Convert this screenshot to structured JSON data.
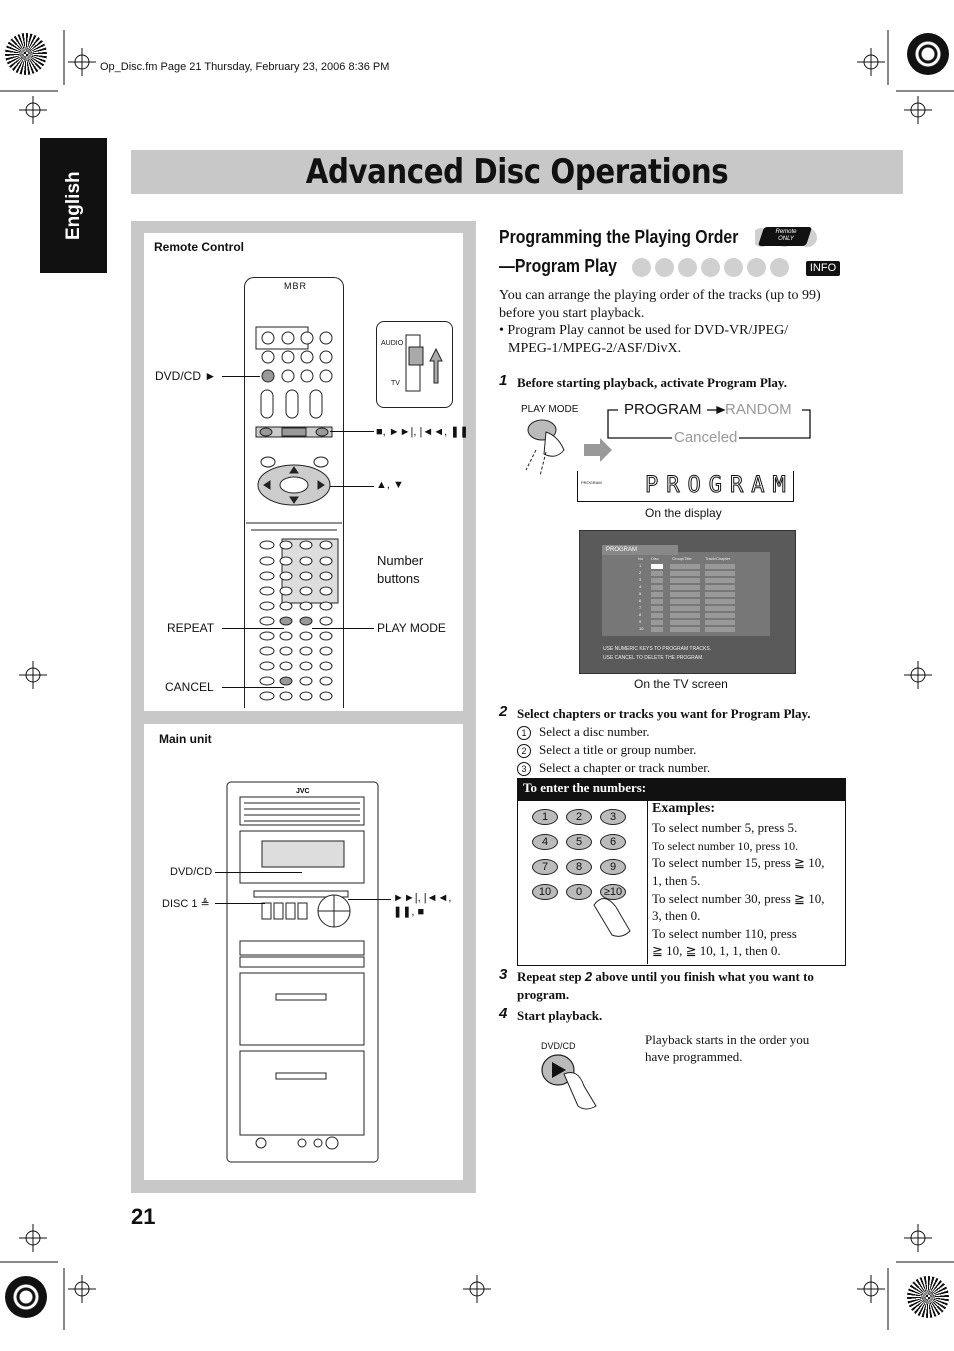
{
  "header": {
    "file_info": "Op_Disc.fm  Page 21  Thursday, February 23, 2006  8:36 PM"
  },
  "side_tab": {
    "label": "English"
  },
  "page": {
    "title": "Advanced Disc Operations",
    "number": "21"
  },
  "left": {
    "remote": {
      "heading": "Remote Control",
      "brand": "MBR",
      "slider_top": "AUDIO",
      "slider_bottom": "TV",
      "labels": {
        "dvdcd": "DVD/CD ►",
        "transport": "■, ►►|, |◄◄, ❚❚",
        "updown": "▲, ▼",
        "number_line1": "Number",
        "number_line2": "buttons",
        "repeat": "REPEAT",
        "playmode": "PLAY MODE",
        "cancel": "CANCEL"
      }
    },
    "main_unit": {
      "heading": "Main unit",
      "brand": "JVC",
      "labels": {
        "dvdcd": "DVD/CD",
        "disc1": "DISC 1 ≜",
        "transport_line1": "►►|, |◄◄,",
        "transport_line2": "❚❚, ■"
      }
    }
  },
  "right": {
    "section_title_line1": "Programming the Playing Order",
    "section_title_line2": "—Program Play",
    "remote_only_badge": "Remote ONLY",
    "info_badge": "INFO",
    "intro_line1": "You can arrange the playing order of the tracks (up to 99)",
    "intro_line2": "before you start playback.",
    "bullet_line1": "• Program Play cannot be used for DVD-VR/JPEG/",
    "bullet_line2": "MPEG-1/MPEG-2/ASF/DivX.",
    "step1": {
      "number": "1",
      "text": "Before starting playback, activate Program Play."
    },
    "mode_diagram": {
      "button_label": "PLAY MODE",
      "program": "PROGRAM",
      "random": "RANDOM",
      "canceled": "Canceled",
      "display_small": "PROGRAM",
      "display_text": "PROGRAM",
      "display_caption": "On the display"
    },
    "tv_screen": {
      "tab": "PROGRAM",
      "col_no": "No",
      "col_disc": "Disc",
      "col_group": "Group/Title",
      "col_track": "Track/Chapter",
      "rows": [
        "1",
        "2",
        "3",
        "4",
        "5",
        "6",
        "7",
        "8",
        "9",
        "10"
      ],
      "hint1": "USE NUMERIC KEYS TO PROGRAM TRACKS.",
      "hint2": "USE CANCEL TO DELETE THE PROGRAM.",
      "caption": "On the TV screen"
    },
    "step2": {
      "number": "2",
      "text": "Select chapters or tracks you want for Program Play.",
      "items": [
        {
          "mark": "1",
          "text": "Select a disc number."
        },
        {
          "mark": "2",
          "text": "Select a title or group number."
        },
        {
          "mark": "3",
          "text": "Select a chapter or track number."
        }
      ]
    },
    "numbers_box": {
      "header": "To enter the numbers:",
      "keys": [
        "1",
        "2",
        "3",
        "4",
        "5",
        "6",
        "7",
        "8",
        "9",
        "10",
        "0",
        "≥10"
      ],
      "examples_heading": "Examples:",
      "lines": [
        "To select number 5, press 5.",
        "To select number 10, press 10.",
        "To select number 15, press ≧ 10,",
        "1, then 5.",
        "To select number 30, press ≧ 10,",
        "3, then 0.",
        "To select number 110, press",
        "≧ 10, ≧ 10, 1, 1, then 0."
      ]
    },
    "step3": {
      "number": "3",
      "text_a": "Repeat step ",
      "step_ref": "2",
      "text_b": " above until you finish what you want to",
      "text_c": "program."
    },
    "step4": {
      "number": "4",
      "text": "Start playback.",
      "button_label": "DVD/CD",
      "note_line1": "Playback starts in the order you",
      "note_line2": "have programmed."
    }
  }
}
